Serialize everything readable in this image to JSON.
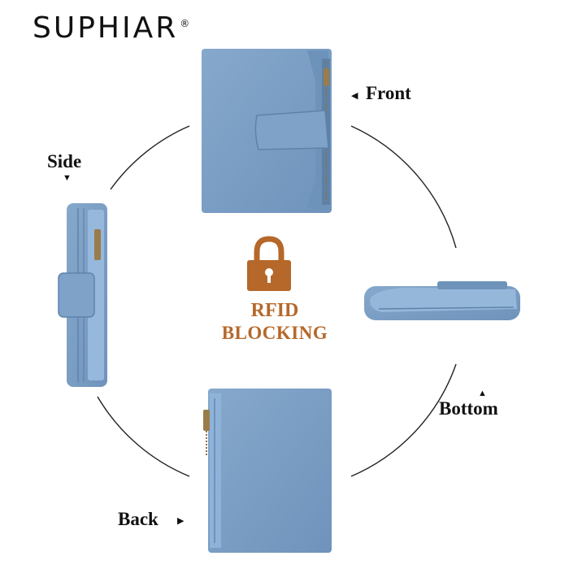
{
  "brand": {
    "name": "SUPHIAR",
    "mark": "®"
  },
  "views": {
    "front": "Front",
    "side": "Side",
    "bottom": "Bottom",
    "back": "Back"
  },
  "badge": {
    "line1": "RFID",
    "line2": "BLOCKING",
    "icon": "padlock-icon"
  },
  "colors": {
    "wallet": "#7b9fc4",
    "wallet_dark": "#5e83aa",
    "lock": "#b5682a",
    "text": "#111111"
  }
}
